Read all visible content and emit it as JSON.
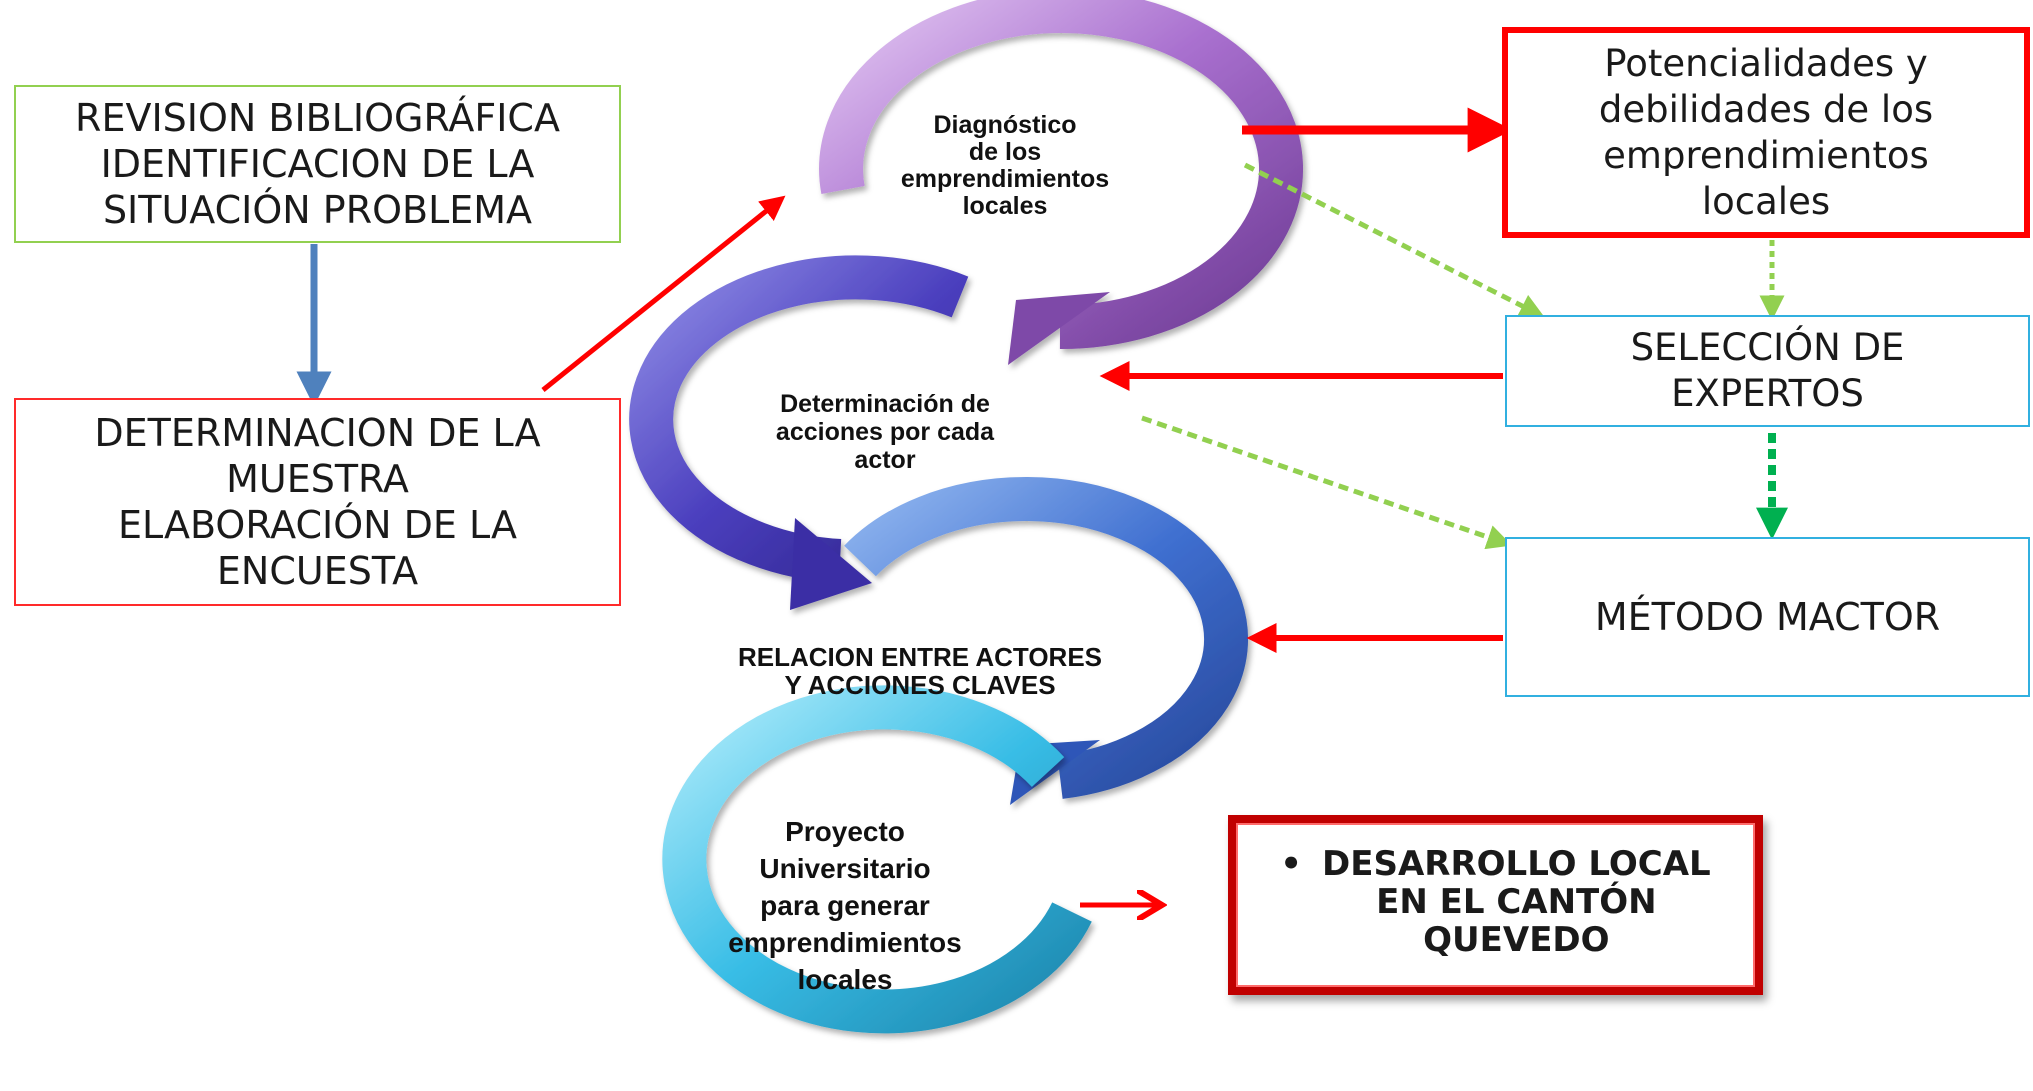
{
  "boxes": {
    "revision": {
      "lines": [
        "REVISION BIBLIOGRÁFICA",
        "IDENTIFICACION DE LA",
        "SITUACIÓN PROBLEMA"
      ]
    },
    "muestra": {
      "lines": [
        "DETERMINACION DE LA",
        "MUESTRA",
        "ELABORACIÓN DE LA",
        "ENCUESTA"
      ]
    },
    "potencialidades": {
      "lines": [
        "Potencialidades y",
        "debilidades de los",
        "emprendimientos",
        "locales"
      ]
    },
    "expertos": {
      "lines": [
        "SELECCIÓN DE",
        "EXPERTOS"
      ]
    },
    "mactor": {
      "lines": [
        "MÉTODO MACTOR"
      ]
    },
    "desarrollo": {
      "bullet": "•",
      "lines": [
        "DESARROLLO  LOCAL",
        "EN EL CANTÓN",
        "QUEVEDO"
      ]
    }
  },
  "cycle": {
    "diagnostico": {
      "lines": [
        "Diagnóstico",
        "de los",
        "emprendimientos",
        "locales"
      ]
    },
    "determinacion": {
      "lines": [
        "Determinación de",
        "acciones por cada",
        "actor"
      ]
    },
    "relacion": {
      "lines": [
        "RELACION ENTRE ACTORES",
        "Y ACCIONES CLAVES"
      ]
    },
    "proyecto": {
      "lines": [
        "Proyecto",
        "Universitario",
        "para generar",
        "emprendimientos",
        "locales"
      ]
    }
  },
  "colors": {
    "solid_arrow": "#ff0000",
    "dotted_light": "#92d050",
    "dotted_dark": "#00b050",
    "blue_arrow": "#4f81bd",
    "arc_purple": "#9b59b6",
    "arc_indigo": "#4a3fb5",
    "arc_blue": "#3a6fd0",
    "arc_cyan": "#33b5e0"
  }
}
